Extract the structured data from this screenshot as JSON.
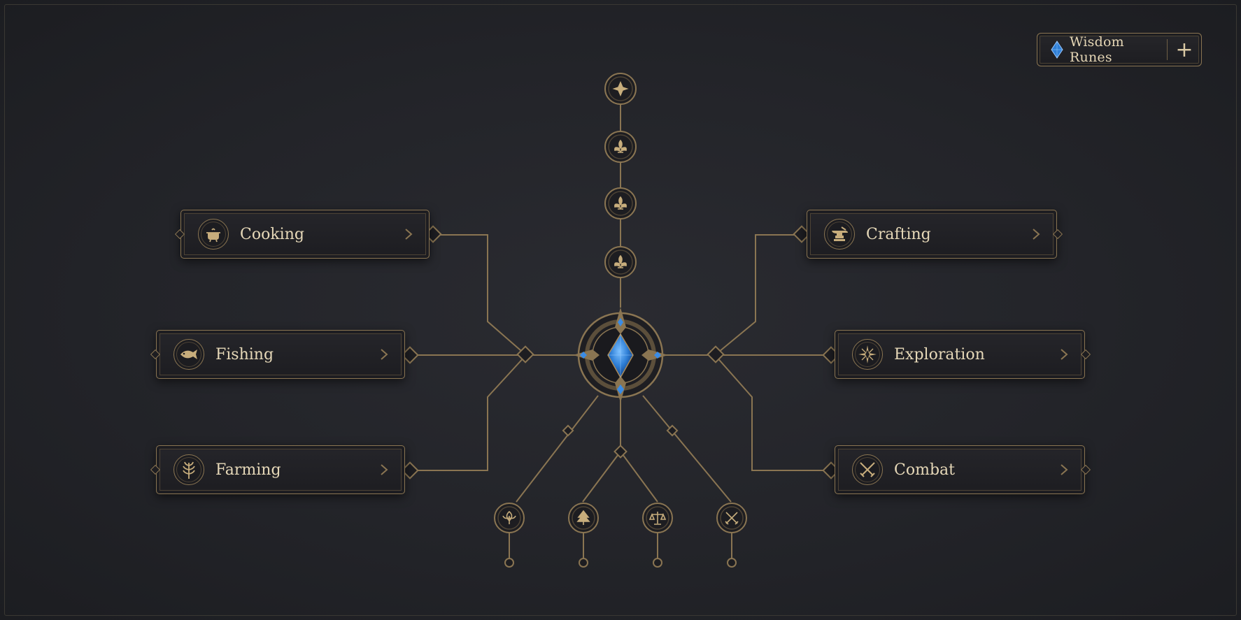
{
  "currency": {
    "label": "Wisdom Runes",
    "add_symbol": "+",
    "gem_icon": "blue-gem-icon"
  },
  "skills_left": [
    {
      "label": "Cooking",
      "icon": "cooking-pot-icon"
    },
    {
      "label": "Fishing",
      "icon": "fish-icon"
    },
    {
      "label": "Farming",
      "icon": "wheat-icon"
    }
  ],
  "skills_right": [
    {
      "label": "Crafting",
      "icon": "anvil-icon"
    },
    {
      "label": "Exploration",
      "icon": "compass-star-icon"
    },
    {
      "label": "Combat",
      "icon": "crossed-swords-icon"
    }
  ],
  "top_nodes": [
    "emblem-icon",
    "fleur-icon",
    "fleur-icon",
    "fleur-icon"
  ],
  "bottom_nodes": [
    "leaf-icon",
    "tree-icon",
    "scales-icon",
    "crossed-swords-icon"
  ],
  "center_core": "blue-diamond-core-icon",
  "colors": {
    "background": "#232429",
    "gold_line": "#8a7552",
    "text": "#e6d8b8",
    "gem_blue": "#2f7fd6"
  }
}
